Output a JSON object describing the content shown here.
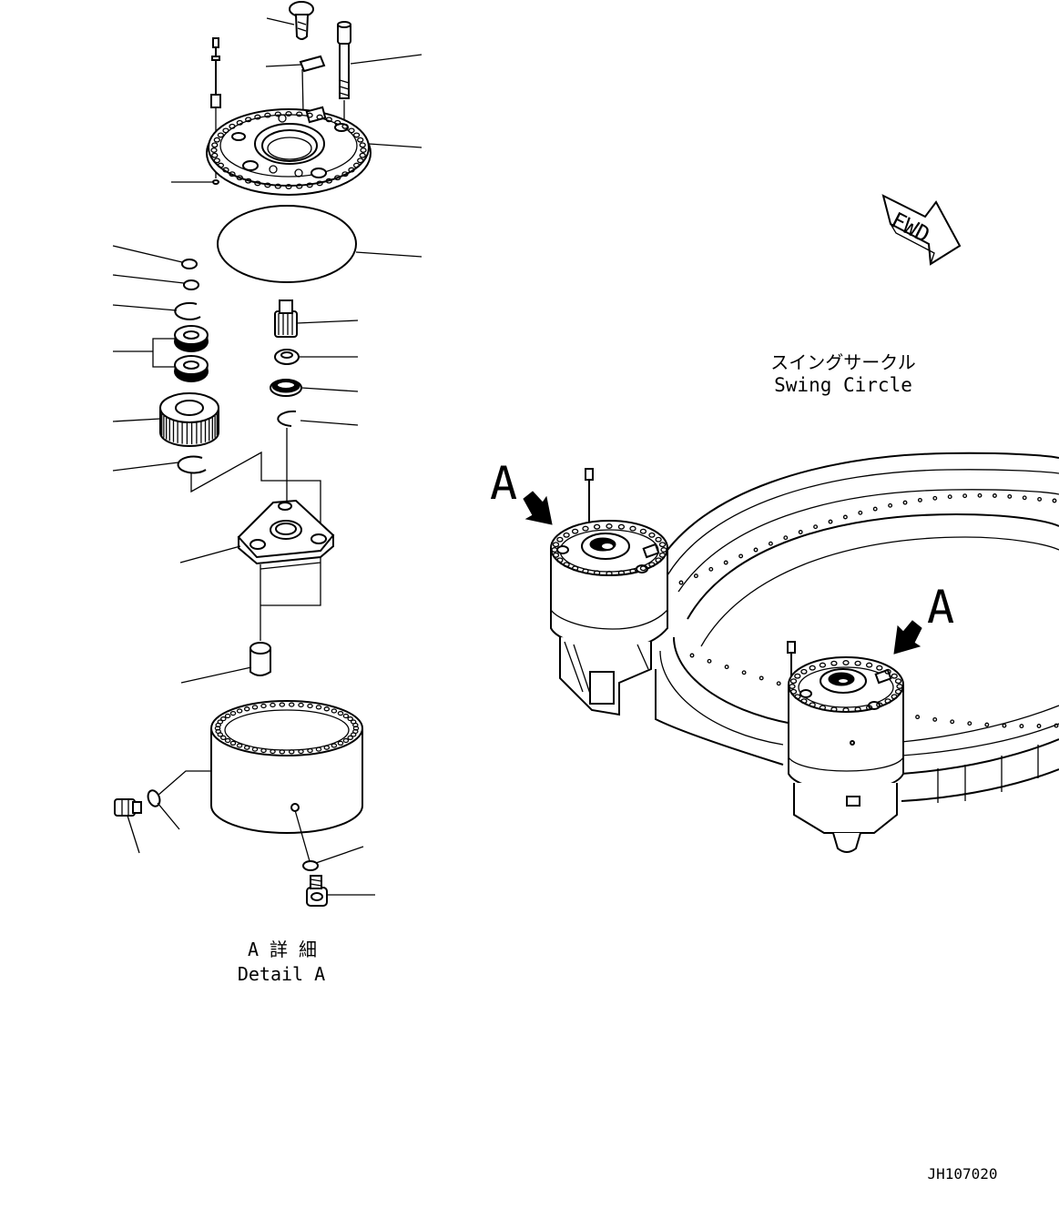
{
  "detail_view": {
    "caption_jp": "A 詳 細",
    "caption_en": "Detail A"
  },
  "main_view": {
    "caption_jp": "スイングサークル",
    "caption_en": "Swing Circle",
    "view_marker_left": "A",
    "view_marker_right": "A",
    "fwd_label": "FWD"
  },
  "drawing_number": "JH107020"
}
